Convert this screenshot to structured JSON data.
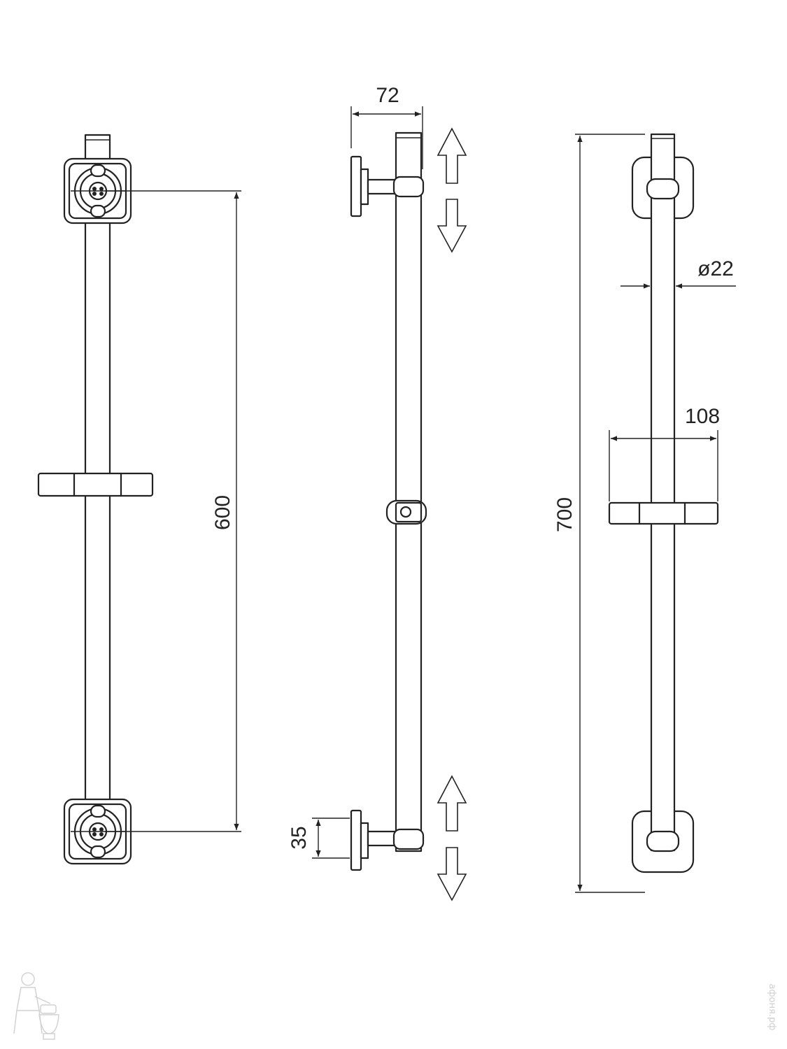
{
  "drawing": {
    "dimensions": {
      "top_bracket_depth": "72",
      "bracket_spacing": "600",
      "bar_length": "700",
      "tube_diameter": "ø22",
      "holder_width": "108",
      "bracket_height": "35"
    },
    "slide_directions": [
      "up-arrow-icon",
      "down-arrow-icon"
    ],
    "watermark": {
      "text": "афоня.рф",
      "icon": "plumber-mascot-icon"
    },
    "colors": {
      "line": "#222222",
      "background": "#ffffff",
      "watermark": "#cfcfcf"
    }
  }
}
